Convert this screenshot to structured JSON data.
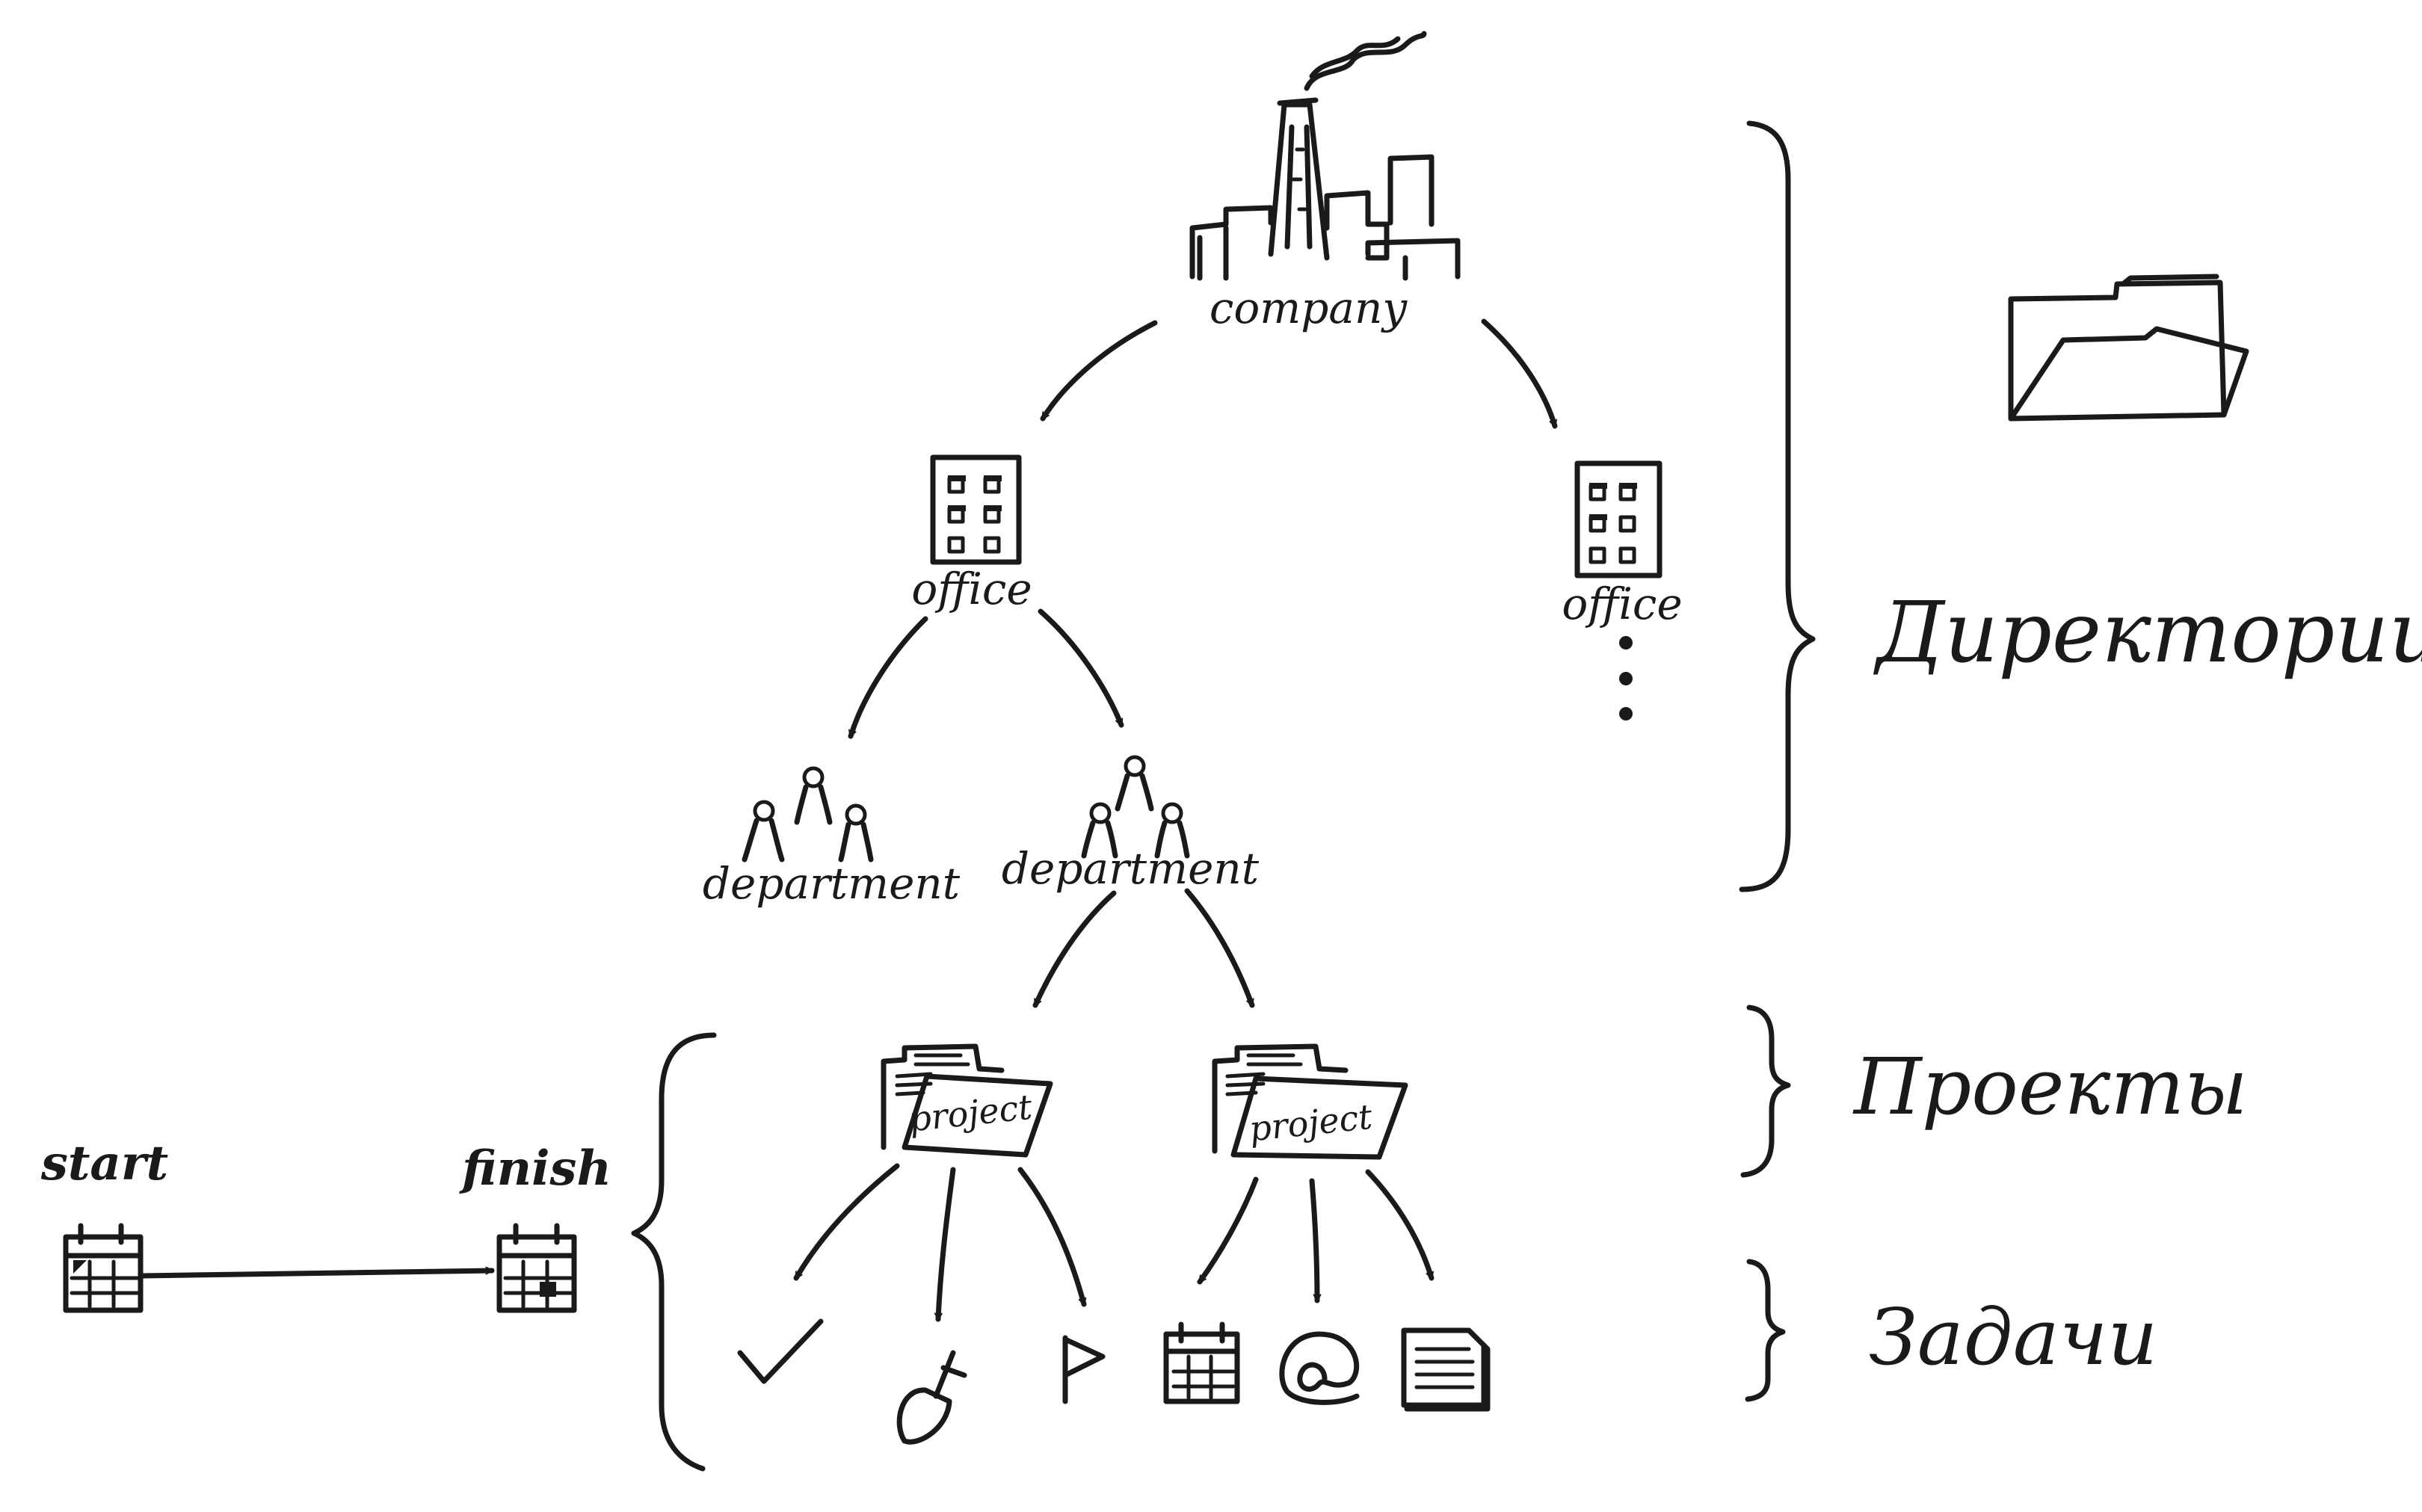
{
  "nodes": {
    "company": "company",
    "office_left": "office",
    "office_right": "office",
    "department_left": "department",
    "department_mid": "department",
    "project_left": "project",
    "project_right": "project",
    "start": "start",
    "finish": "finish"
  },
  "levels": {
    "directories": "Директории",
    "projects": "Проекты",
    "tasks": "Задачи"
  },
  "icons": {
    "company": "factory-icon",
    "office": "office-building-icon",
    "department": "people-group-icon",
    "project": "project-folder-icon",
    "directory": "folder-icon",
    "tasks": [
      "checkmark-icon",
      "shovel-icon",
      "flag-icon",
      "calendar-icon",
      "at-sign-icon",
      "document-icon"
    ],
    "timeline": [
      "calendar-start-icon",
      "calendar-finish-icon"
    ]
  }
}
